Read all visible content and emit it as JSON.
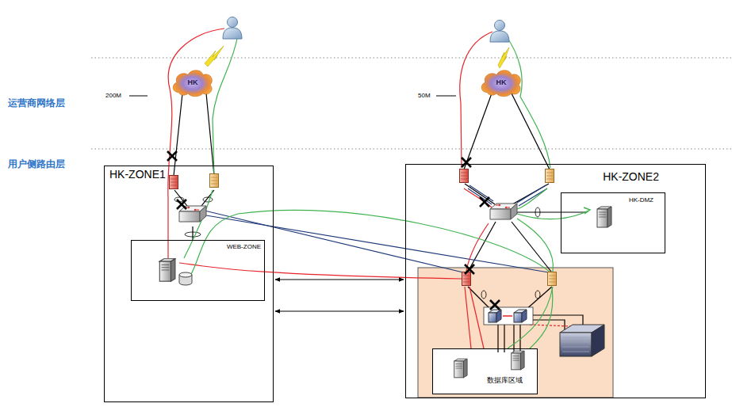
{
  "diagram": {
    "nodes": [
      {
        "text": [
          "HK"
        ]
      },
      {
        "text": [
          "HK"
        ]
      },
      {
        "text": [
          "HK-ZONE1"
        ]
      },
      {
        "text": [
          "WEB-ZONE"
        ],
        "in": 2
      },
      {
        "text": [
          "HK-ZONE2"
        ]
      },
      {
        "text": [
          "HK-DMZ"
        ],
        "in": 4
      },
      {
        "text": [
          "数据库区域"
        ],
        "in": 4
      }
    ],
    "edges": [
      {
        "from": 2,
        "to": 4,
        "arrow": "both"
      },
      {
        "from": 2,
        "to": 4,
        "arrow": "both"
      }
    ],
    "labels": [
      "运营商网络层",
      "用户侧路由层",
      "200M",
      "50M"
    ]
  }
}
